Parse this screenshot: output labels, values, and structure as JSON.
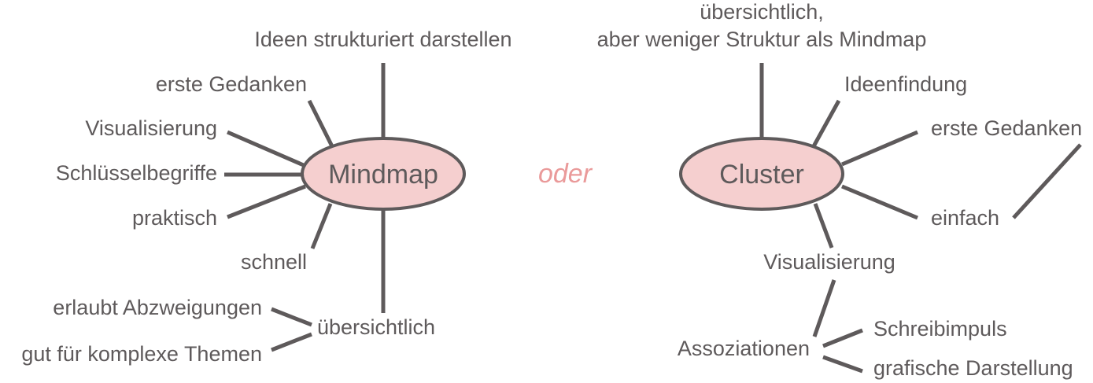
{
  "colors": {
    "line": "#5e5a5b",
    "node_fill": "#f5cfcf",
    "text": "#5e5a5b",
    "connector": "#ea9a9a"
  },
  "mindmap": {
    "center": "Mindmap",
    "branches": {
      "top": "Ideen strukturiert darstellen",
      "erste_gedanken": "erste Gedanken",
      "visualisierung": "Visualisierung",
      "schluesselbegriffe": "Schlüsselbegriffe",
      "praktisch": "praktisch",
      "schnell": "schnell",
      "uebersichtlich": "übersichtlich",
      "erlaubt_abzweigungen": "erlaubt Abzweigungen",
      "komplexe_themen": "gut für komplexe Themen"
    }
  },
  "connector": "oder",
  "cluster": {
    "center": "Cluster",
    "branches": {
      "top_line1": "übersichtlich,",
      "top_line2": "aber weniger Struktur als Mindmap",
      "ideenfindung": "Ideenfindung",
      "erste_gedanken": "erste Gedanken",
      "einfach": "einfach",
      "visualisierung": "Visualisierung",
      "assoziationen": "Assoziationen",
      "schreibimpuls": "Schreibimpuls",
      "grafische_darstellung": "grafische Darstellung"
    }
  }
}
